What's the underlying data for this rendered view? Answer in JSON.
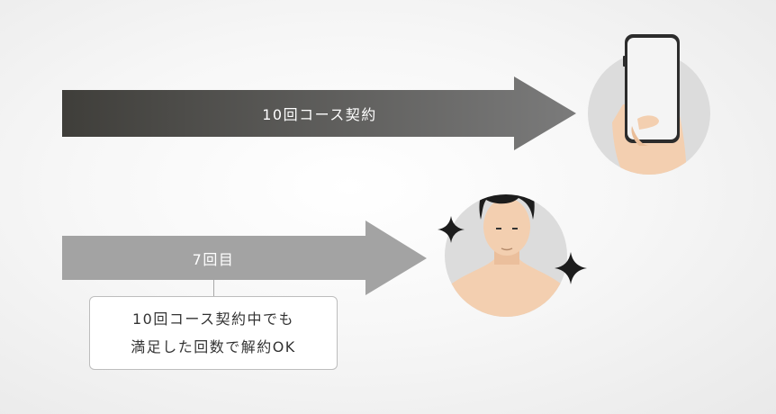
{
  "arrows": [
    {
      "label": "10回コース契約",
      "color_start": "#3f3e3a",
      "color_end": "#7b7b7b"
    },
    {
      "label": "7回目",
      "color": "#a3a3a3"
    }
  ],
  "note": {
    "line1": "10回コース契約中でも",
    "line2": "満足した回数で解約OK"
  },
  "icons": [
    "smartphone-in-hand-icon",
    "smiling-man-icon",
    "sparkle-icon"
  ],
  "colors": {
    "circle_bg": "#dcdcdc",
    "skin": "#f3cfb0",
    "hair": "#1c1c1c",
    "note_border": "#bdbdbd"
  }
}
